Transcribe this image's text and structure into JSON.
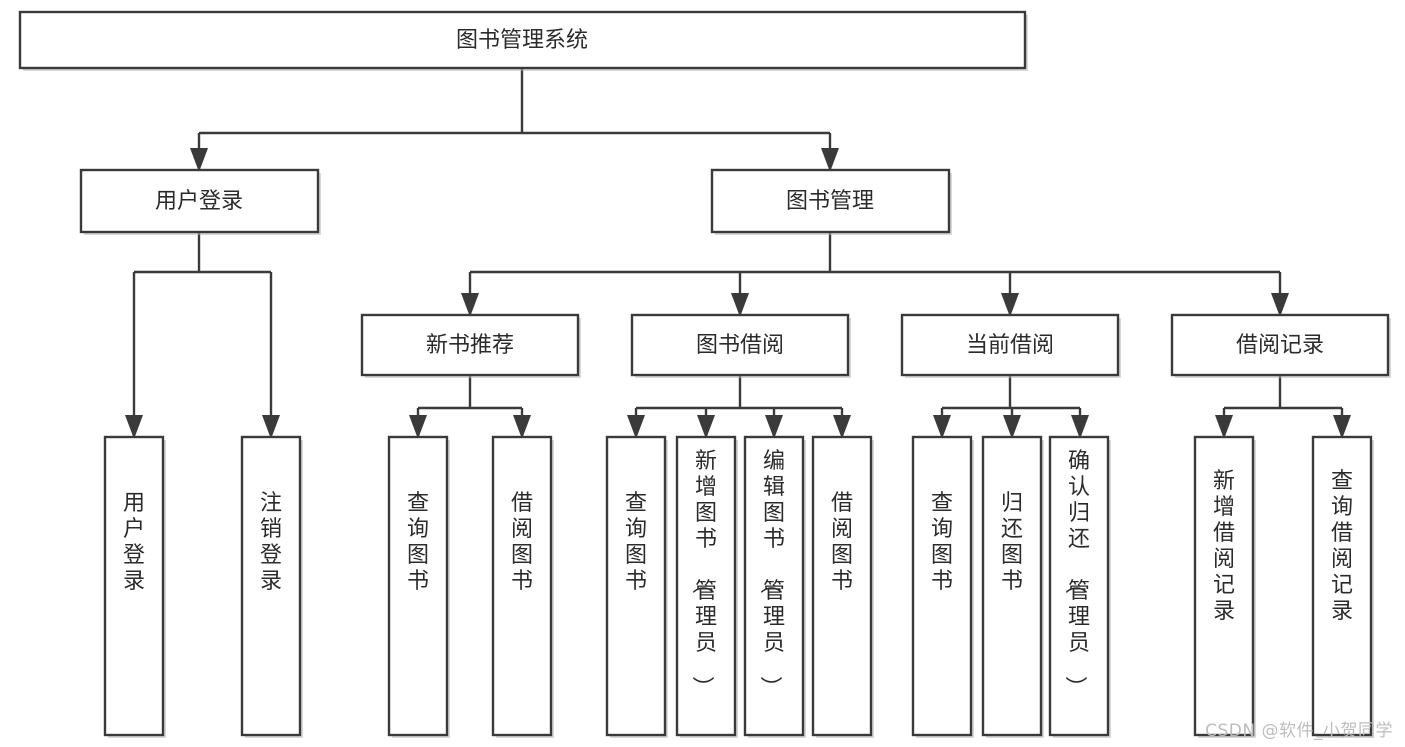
{
  "diagram": {
    "type": "tree",
    "title": "图书管理系统",
    "watermark": "CSDN @软件_小贺同学",
    "colors": {
      "stroke": "#3a3a3a",
      "fill": "#ffffff",
      "text": "#2b2b2b",
      "watermark": "#bdbdbd",
      "background": "#ffffff"
    },
    "levels": {
      "root": {
        "label": "图书管理系统"
      },
      "level2": [
        {
          "id": "user-login",
          "label": "用户登录"
        },
        {
          "id": "book-manage",
          "label": "图书管理"
        }
      ],
      "level3": [
        {
          "id": "new-book-recommend",
          "label": "新书推荐",
          "parent": "book-manage"
        },
        {
          "id": "book-borrow",
          "label": "图书借阅",
          "parent": "book-manage"
        },
        {
          "id": "current-borrow",
          "label": "当前借阅",
          "parent": "book-manage"
        },
        {
          "id": "borrow-record",
          "label": "借阅记录",
          "parent": "book-manage"
        }
      ],
      "leaves": [
        {
          "id": "leaf-user-login",
          "label": "用户登录",
          "parent": "user-login"
        },
        {
          "id": "leaf-user-logout",
          "label": "注销登录",
          "parent": "user-login"
        },
        {
          "id": "leaf-query-book-1",
          "label": "查询图书",
          "parent": "new-book-recommend"
        },
        {
          "id": "leaf-borrow-book-1",
          "label": "借阅图书",
          "parent": "new-book-recommend"
        },
        {
          "id": "leaf-query-book-2",
          "label": "查询图书",
          "parent": "book-borrow"
        },
        {
          "id": "leaf-add-book",
          "label": "新增图书（管理员）",
          "parent": "book-borrow"
        },
        {
          "id": "leaf-edit-book",
          "label": "编辑图书（管理员）",
          "parent": "book-borrow"
        },
        {
          "id": "leaf-borrow-book-2",
          "label": "借阅图书",
          "parent": "book-borrow"
        },
        {
          "id": "leaf-query-book-3",
          "label": "查询图书",
          "parent": "current-borrow"
        },
        {
          "id": "leaf-return-book",
          "label": "归还图书",
          "parent": "current-borrow"
        },
        {
          "id": "leaf-confirm-return",
          "label": "确认归还（管理员）",
          "parent": "current-borrow"
        },
        {
          "id": "leaf-add-record",
          "label": "新增借阅记录",
          "parent": "borrow-record"
        },
        {
          "id": "leaf-query-record",
          "label": "查询借阅记录",
          "parent": "borrow-record"
        }
      ]
    }
  }
}
